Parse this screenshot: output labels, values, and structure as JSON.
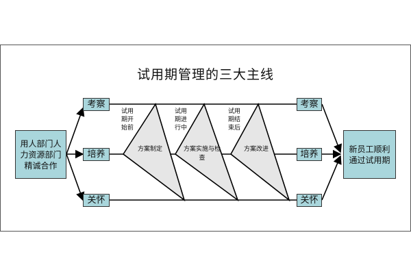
{
  "title": "试用期管理的三大主线",
  "left_box": "用人部门人力资源部门精诚合作",
  "right_box": "新员工顺利通过试用期",
  "left_labels": [
    "考察",
    "培养",
    "关怀"
  ],
  "right_labels": [
    "考察",
    "培养",
    "关怀"
  ],
  "stages": [
    {
      "vertical": "试用期开始前",
      "triangle": "方案制定"
    },
    {
      "vertical": "试用期进行中",
      "triangle": "方案实施与检查"
    },
    {
      "vertical": "试用期结束后",
      "triangle": "方案改进"
    }
  ],
  "colors": {
    "box_fill": "#a9d6dc",
    "triangle_fill": "#e6e6e6",
    "line": "#000000"
  }
}
